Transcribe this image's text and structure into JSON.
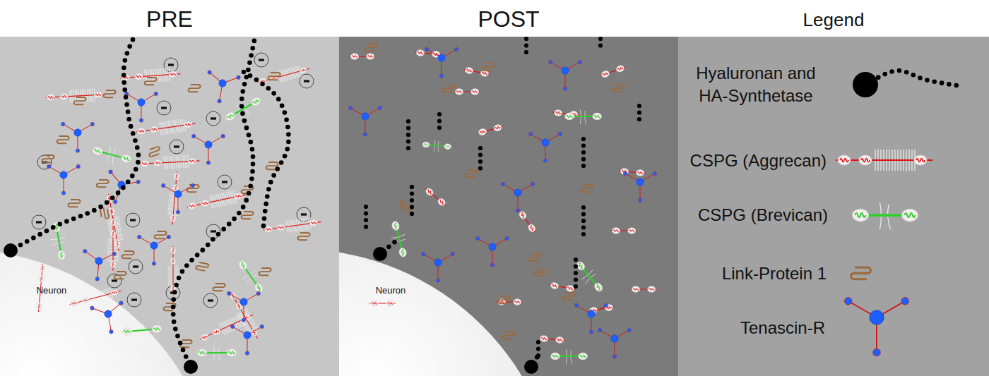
{
  "diagram": {
    "labels": [
      "PRE",
      "POST",
      "Legend",
      "Neuron",
      "Neuron"
    ],
    "legend": [
      {
        "text": "Hyaluronan and HA-Synthetase"
      },
      {
        "text": "CSPG (Aggrecan)"
      },
      {
        "text": "CSPG (Brevican)"
      },
      {
        "text": "Link-Protein 1"
      },
      {
        "text": "Tenascin-R"
      }
    ]
  }
}
